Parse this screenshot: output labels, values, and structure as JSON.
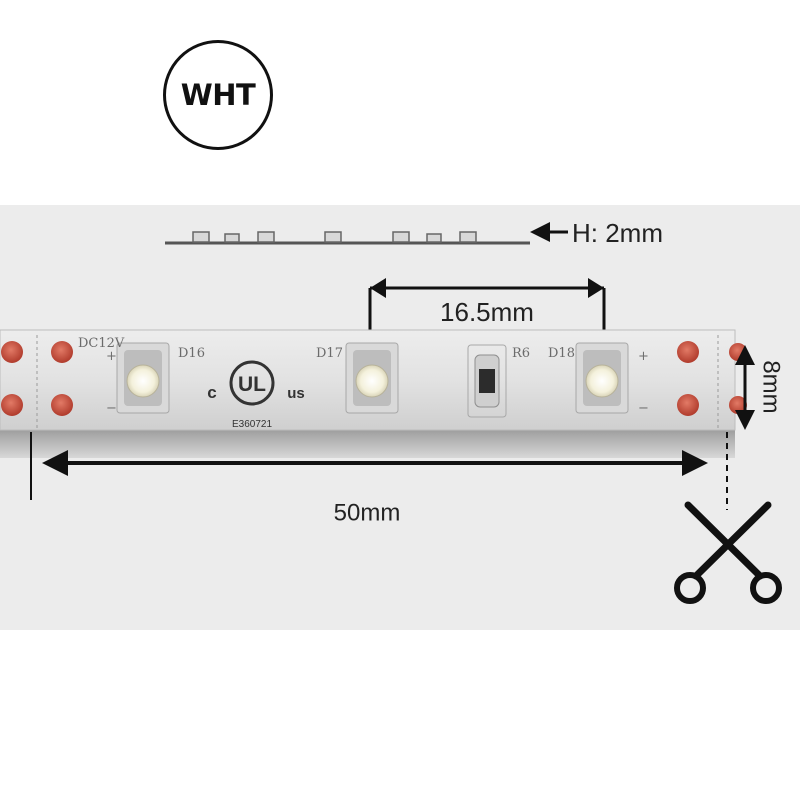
{
  "badge": {
    "label": "WHT"
  },
  "dimensions": {
    "height": "H: 2mm",
    "led_pitch": "16.5mm",
    "width": "8mm",
    "cut_length": "50mm"
  },
  "pcb_labels": {
    "voltage": "DC12V",
    "led_d16": "D16",
    "led_d17": "D17",
    "led_d18": "D18",
    "resistor": "R6",
    "plus_left": "+",
    "minus_left": "−",
    "plus_right": "+",
    "minus_right": "−"
  },
  "ul_mark": {
    "c": "c",
    "ul": "UL",
    "us": "us",
    "file_no": "E360721"
  },
  "colors": {
    "strip_body": "#e2e2e2",
    "copper_pad": "#c94a3a",
    "led_face": "#f6f4e6",
    "arrow": "#111111"
  },
  "icons": [
    "scissors-icon",
    "arrow-icon"
  ]
}
